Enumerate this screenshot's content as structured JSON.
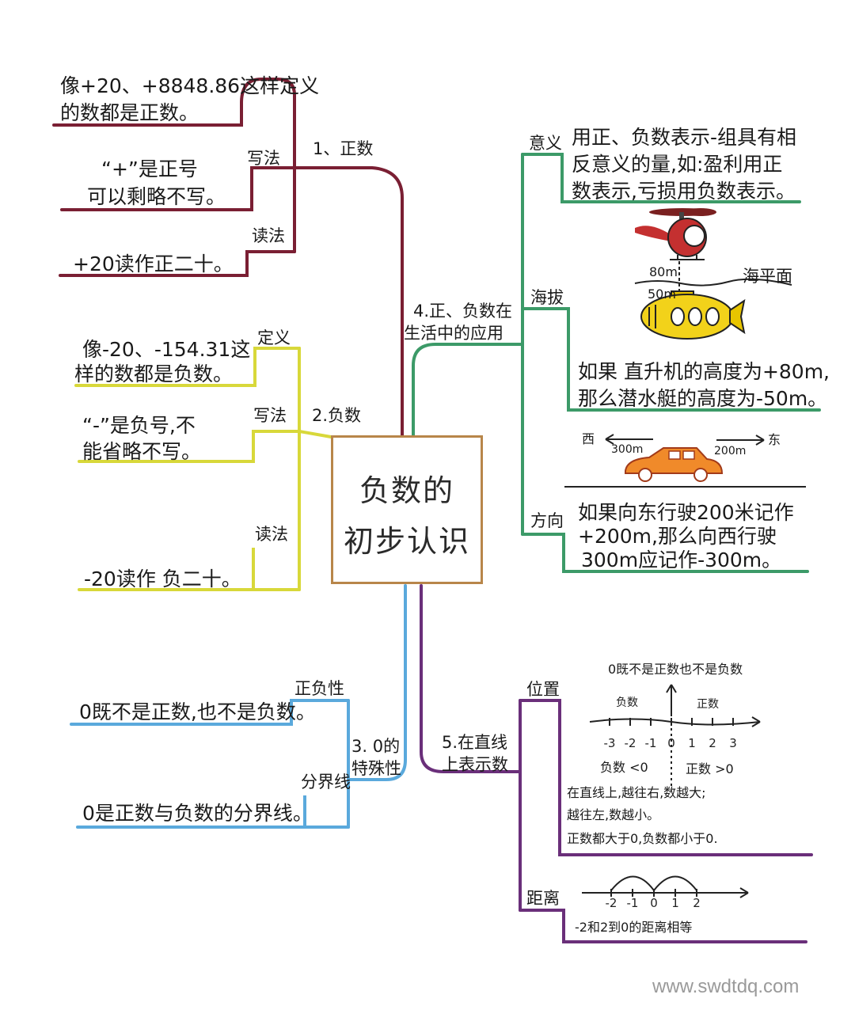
{
  "center": {
    "line1": "负数的",
    "line2": "初步认识"
  },
  "watermark": "www.swdtdq.com",
  "colors": {
    "positive": "#7a1f33",
    "negative": "#d8d83a",
    "zero": "#5aa9dc",
    "life": "#3c9a68",
    "line": "#6a2f7a"
  },
  "positive": {
    "title": "1、正数",
    "definition": {
      "line1": "像+20、+8848.86这样定义",
      "line2": "的数都是正数。"
    },
    "writing": {
      "label": "写法",
      "line1": "“+”是正号",
      "line2": "可以剩略不写。"
    },
    "reading": {
      "label": "读法",
      "text": "+20读作正二十。"
    }
  },
  "negative": {
    "title": "2.负数",
    "definition": {
      "label": "定义",
      "line1": "像-20、-154.31这",
      "line2": "样的数都是负数。"
    },
    "writing": {
      "label": "写法",
      "line1": "“-”是负号,不",
      "line2": "能省略不写。"
    },
    "reading": {
      "label": "读法",
      "text": "-20读作 负二十。"
    }
  },
  "zero": {
    "title_line1": "3. 0的",
    "title_line2": "特殊性",
    "sign": {
      "label": "正负性",
      "text": "0既不是正数,也不是负数。"
    },
    "boundary": {
      "label": "分界线",
      "text": "0是正数与负数的分界线。"
    }
  },
  "life": {
    "title_line1": "4.正、负数在",
    "title_line2": "生活中的应用",
    "meaning": {
      "label": "意义",
      "line1": "用正、负数表示-组具有相",
      "line2": "反意义的量,如:盈利用正",
      "line3": "数表示,亏损用负数表示。"
    },
    "altitude": {
      "label": "海拔",
      "heli_height": "80m",
      "sub_depth": "50m",
      "sea_level": "海平面",
      "line1": "如果 直升机的高度为+80m,",
      "line2": "那么潜水艇的高度为-50m。"
    },
    "direction": {
      "label": "方向",
      "west": "西",
      "east": "东",
      "west_dist": "300m",
      "east_dist": "200m",
      "line1": "如果向东行驶200米记作",
      "line2": "+200m,那么向西行驶",
      "line3": "300m应记作-300m。"
    }
  },
  "number_line": {
    "title_line1": "5.在直线",
    "title_line2": "上表示数",
    "position": {
      "label": "位置",
      "zero_note": "0既不是正数也不是负数",
      "neg_label": "负数",
      "pos_label": "正数",
      "ticks": [
        "-3",
        "-2",
        "-1",
        "0",
        "1",
        "2",
        "3"
      ],
      "neg_compare": "负数 <0",
      "pos_compare": "正数 >0",
      "line1": "在直线上,越往右,数越大;",
      "line2": "越往左,数越小。",
      "line3": "正数都大于0,负数都小于0."
    },
    "distance": {
      "label": "距离",
      "ticks": [
        "-2",
        "-1",
        "0",
        "1",
        "2"
      ],
      "text": "-2和2到0的距离相等"
    }
  }
}
